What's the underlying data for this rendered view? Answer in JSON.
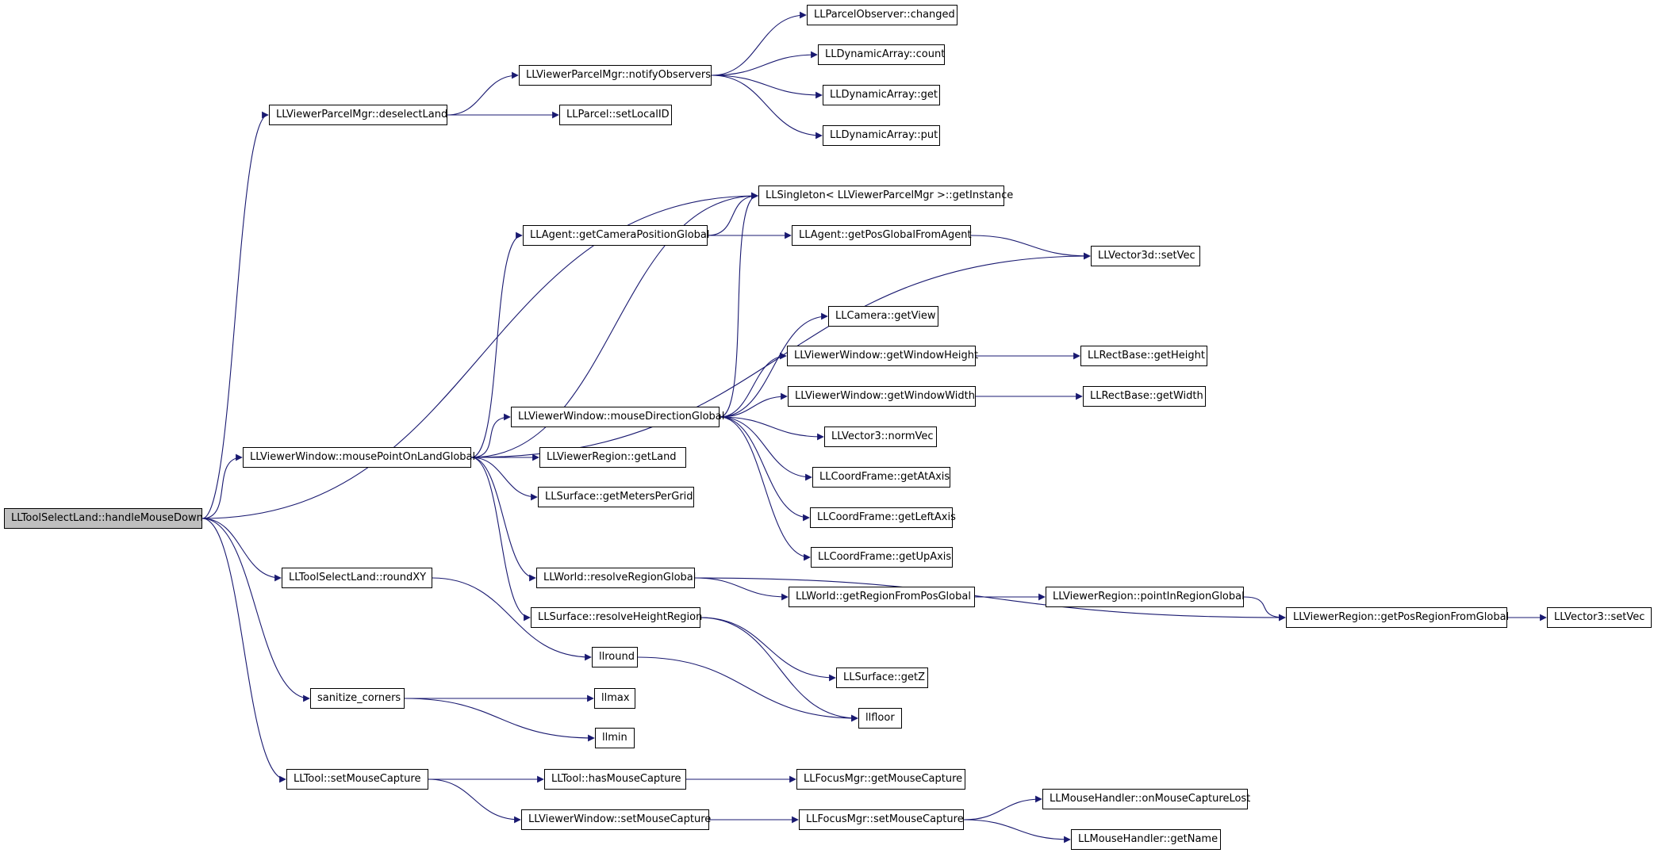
{
  "graph": {
    "root": "LLToolSelectLand::handleMouseDown",
    "edge_color": "#191970",
    "root_fill": "#bfbfbf",
    "nodes": {
      "root": "LLToolSelectLand::handleMouseDown",
      "deselect": "LLViewerParcelMgr::deselectLand",
      "notify": "LLViewerParcelMgr::notifyObservers",
      "changed": "LLParcelObserver::changed",
      "dacount": "LLDynamicArray::count",
      "daget": "LLDynamicArray::get",
      "daput": "LLDynamicArray::put",
      "setlocal": "LLParcel::setLocalID",
      "getinstance": "LLSingleton< LLViewerParcelMgr >::getInstance",
      "campos": "LLAgent::getCameraPositionGlobal",
      "posglobal": "LLAgent::getPosGlobalFromAgent",
      "setvec3d": "LLVector3d::setVec",
      "getview": "LLCamera::getView",
      "winheight": "LLViewerWindow::getWindowHeight",
      "rectheight": "LLRectBase::getHeight",
      "winwidth": "LLViewerWindow::getWindowWidth",
      "rectwidth": "LLRectBase::getWidth",
      "mousedir": "LLViewerWindow::mouseDirectionGlobal",
      "normvec": "LLVector3::normVec",
      "mousepoint": "LLViewerWindow::mousePointOnLandGlobal",
      "getland": "LLViewerRegion::getLand",
      "ataxis": "LLCoordFrame::getAtAxis",
      "meters": "LLSurface::getMetersPerGrid",
      "leftaxis": "LLCoordFrame::getLeftAxis",
      "upaxis": "LLCoordFrame::getUpAxis",
      "roundxy": "LLToolSelectLand::roundXY",
      "resolveregion": "LLWorld::resolveRegionGlobal",
      "regionfrompos": "LLWorld::getRegionFromPosGlobal",
      "pointinregion": "LLViewerRegion::pointInRegionGlobal",
      "resolveheight": "LLSurface::resolveHeightRegion",
      "posregion": "LLViewerRegion::getPosRegionFromGlobal",
      "setvec3": "LLVector3::setVec",
      "llround": "llround",
      "getz": "LLSurface::getZ",
      "sanitize": "sanitize_corners",
      "llmax": "llmax",
      "llfloor": "llfloor",
      "llmin": "llmin",
      "setcapture": "LLTool::setMouseCapture",
      "hascapture": "LLTool::hasMouseCapture",
      "focusget": "LLFocusMgr::getMouseCapture",
      "mhlost": "LLMouseHandler::onMouseCaptureLost",
      "vwsetcapture": "LLViewerWindow::setMouseCapture",
      "focusset": "LLFocusMgr::setMouseCapture",
      "mhname": "LLMouseHandler::getName"
    },
    "edges": [
      [
        "root",
        "deselect"
      ],
      [
        "root",
        "getinstance"
      ],
      [
        "root",
        "mousepoint"
      ],
      [
        "root",
        "roundxy"
      ],
      [
        "root",
        "sanitize"
      ],
      [
        "root",
        "setcapture"
      ],
      [
        "deselect",
        "notify"
      ],
      [
        "deselect",
        "setlocal"
      ],
      [
        "notify",
        "changed"
      ],
      [
        "notify",
        "dacount"
      ],
      [
        "notify",
        "daget"
      ],
      [
        "notify",
        "daput"
      ],
      [
        "mousepoint",
        "getinstance"
      ],
      [
        "mousepoint",
        "campos"
      ],
      [
        "mousepoint",
        "setvec3d"
      ],
      [
        "mousepoint",
        "mousedir"
      ],
      [
        "mousepoint",
        "getland"
      ],
      [
        "mousepoint",
        "meters"
      ],
      [
        "mousepoint",
        "resolveregion"
      ],
      [
        "mousepoint",
        "resolveheight"
      ],
      [
        "campos",
        "getinstance"
      ],
      [
        "campos",
        "posglobal"
      ],
      [
        "posglobal",
        "setvec3d"
      ],
      [
        "mousedir",
        "getinstance"
      ],
      [
        "mousedir",
        "getview"
      ],
      [
        "mousedir",
        "winheight"
      ],
      [
        "mousedir",
        "winwidth"
      ],
      [
        "mousedir",
        "normvec"
      ],
      [
        "mousedir",
        "ataxis"
      ],
      [
        "mousedir",
        "leftaxis"
      ],
      [
        "mousedir",
        "upaxis"
      ],
      [
        "winheight",
        "rectheight"
      ],
      [
        "winwidth",
        "rectwidth"
      ],
      [
        "resolveregion",
        "regionfrompos"
      ],
      [
        "resolveregion",
        "posregion"
      ],
      [
        "regionfrompos",
        "pointinregion"
      ],
      [
        "pointinregion",
        "posregion"
      ],
      [
        "posregion",
        "setvec3"
      ],
      [
        "resolveheight",
        "getz"
      ],
      [
        "resolveheight",
        "llfloor"
      ],
      [
        "roundxy",
        "llround"
      ],
      [
        "llround",
        "llfloor"
      ],
      [
        "sanitize",
        "llmax"
      ],
      [
        "sanitize",
        "llmin"
      ],
      [
        "setcapture",
        "hascapture"
      ],
      [
        "setcapture",
        "vwsetcapture"
      ],
      [
        "hascapture",
        "focusget"
      ],
      [
        "vwsetcapture",
        "focusset"
      ],
      [
        "focusset",
        "mhlost"
      ],
      [
        "focusset",
        "mhname"
      ]
    ]
  }
}
